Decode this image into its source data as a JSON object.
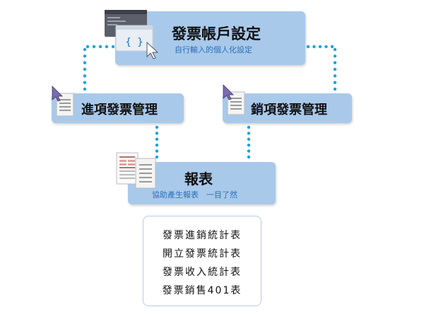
{
  "account_settings": {
    "title": "發票帳戶設定",
    "subtitle": "自行輸入的個人化設定"
  },
  "incoming_invoice": {
    "title": "進項發票管理"
  },
  "outgoing_invoice": {
    "title": "銷項發票管理"
  },
  "reports": {
    "title": "報表",
    "subtitle": "協助產生報表　一目了然"
  },
  "report_list": {
    "items": [
      "發票進銷統計表",
      "開立發票統計表",
      "發票收入統計表",
      "發票銷售401表"
    ]
  },
  "colors": {
    "box": "#a9c9ea",
    "dots": "#1ea3dc",
    "subtitle": "#2b6fb8"
  },
  "icons": [
    "code-window-icon",
    "cursor-icon",
    "document-icon",
    "report-sheet-icon"
  ]
}
